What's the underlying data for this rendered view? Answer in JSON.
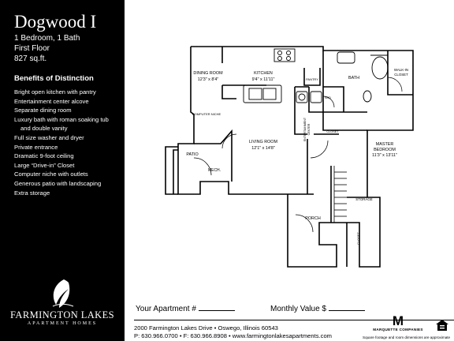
{
  "plan": {
    "title": "Dogwood I",
    "bed_bath": "1 Bedroom, 1 Bath",
    "floor": "First Floor",
    "area": "827 sq.ft."
  },
  "benefits": {
    "heading": "Benefits of Distinction",
    "items": [
      "Bright open kitchen with pantry",
      "Entertainment center alcove",
      "Separate dining room",
      "Luxury bath with roman soaking tub",
      "and double vanity",
      "Full size washer and dryer",
      "Private entrance",
      "Dramatic 9-foot ceiling",
      "Large “Drive-in” Closet",
      "Computer niche with outlets",
      "Generous patio with landscaping",
      "Extra storage"
    ]
  },
  "brand": {
    "name": "FARMINGTON LAKES",
    "tagline": "APARTMENT HOMES"
  },
  "rooms": {
    "dining": {
      "name": "DINING ROOM",
      "size": "12'3\" x 8'4\""
    },
    "kitchen": {
      "name": "KITCHEN",
      "size": "9'4\" x 11'11\""
    },
    "pantry": "PANTRY",
    "bath": "BATH",
    "walkin": [
      "WALK-IN",
      "CLOSET"
    ],
    "computer_niche": "COMPUTER NICHE",
    "living": {
      "name": "LIVING ROOM",
      "size": "12'1\" x 14'8\""
    },
    "entertainment": [
      "ENTERTAINMENT",
      "CENTER"
    ],
    "closet": "CLOSET",
    "master": {
      "name": "MASTER",
      "name2": "BEDROOM",
      "size": "11'3\" x 13'11\""
    },
    "patio": "PATIO",
    "mech": "MECH.",
    "porch": "PORCH",
    "storage": "STORAGE",
    "wd": "W/D"
  },
  "form": {
    "apartment_label": "Your Apartment #",
    "value_label": "Monthly Value $"
  },
  "footer": {
    "address": "2000 Farmington Lakes Drive  •  Oswego, Illinois 60543",
    "contact": "P: 630.966.0700  •  F: 630.966.8908  •  www.farmingtonlakesapartments.com",
    "company_mark": "M",
    "company": "MARQUETTE COMPANIES",
    "disclaimer": "Square footage and room dimensions are approximate"
  }
}
